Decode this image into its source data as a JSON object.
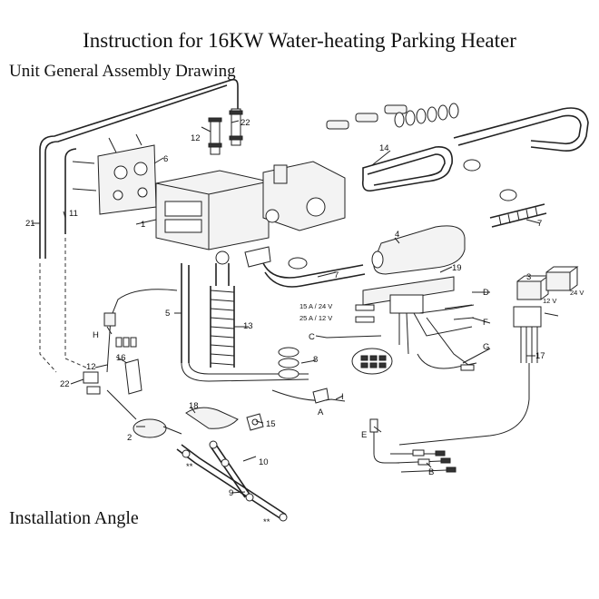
{
  "title": "Instruction for 16KW Water-heating Parking Heater",
  "sections": {
    "assembly": "Unit General Assembly Drawing",
    "angle": "Installation Angle"
  },
  "labels": {
    "p1": "1",
    "p2": "2",
    "p3": "3",
    "p4": "4",
    "p5": "5",
    "p6": "6",
    "p7a": "7",
    "p7b": "7",
    "p8": "8",
    "p9": "9",
    "p10": "10",
    "p11": "11",
    "p12a": "12",
    "p12b": "12",
    "p13": "13",
    "p14": "14",
    "p15": "15",
    "p16": "16",
    "p17": "17",
    "p18": "18",
    "p19": "19",
    "p21": "21",
    "p22a": "22",
    "p22b": "22",
    "A": "A",
    "B": "B",
    "C": "C",
    "D": "D",
    "E": "E",
    "F": "F",
    "G": "G",
    "H": "H",
    "I": "I",
    "fuse1": "15 A / 24 V",
    "fuse2": "25 A / 12 V",
    "relay12": "12 V",
    "relay24": "24 V",
    "star1": "**",
    "star2": "**"
  },
  "colors": {
    "line": "#222222",
    "paper": "#ffffff"
  }
}
